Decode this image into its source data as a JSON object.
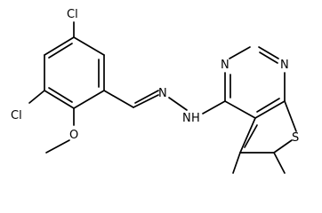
{
  "molecule": {
    "atoms": {
      "cl_top": "Cl",
      "cl_left": "Cl",
      "methoxy_o": "O",
      "hydrazone_n1": "N",
      "hydrazone_n2": "N",
      "nh_h": "H",
      "pyrimidine_n_top": "N",
      "pyrimidine_n_right": "N",
      "thiophene_s": "S"
    }
  }
}
